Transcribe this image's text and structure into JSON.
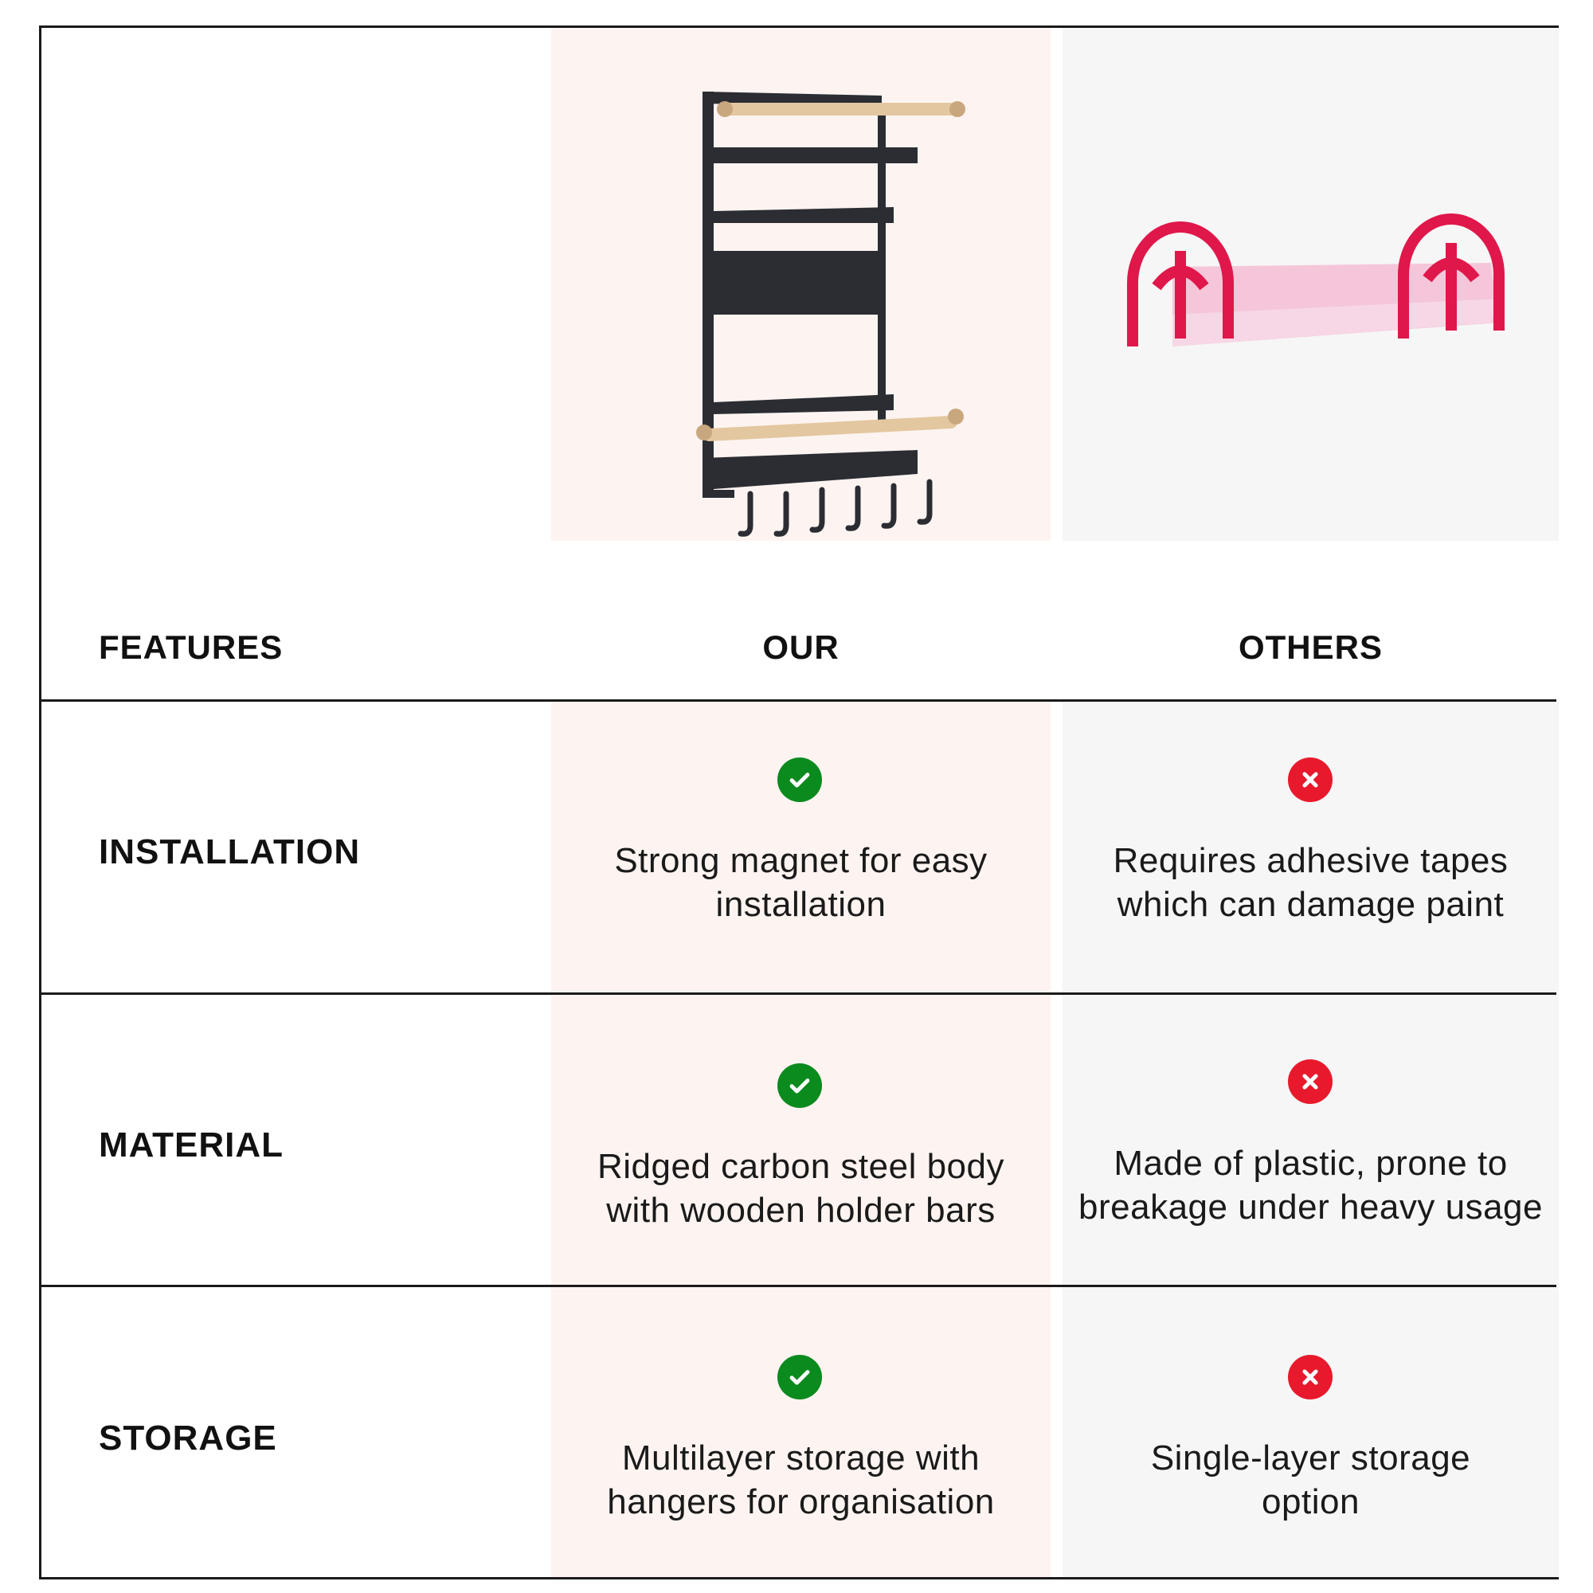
{
  "header": {
    "features_label": "FEATURES",
    "our_label": "OUR",
    "others_label": "OTHERS"
  },
  "colors": {
    "our_column_bg": "#fdf4f1",
    "others_column_bg": "#f6f6f6",
    "check_green": "#0b8a1e",
    "cross_red": "#e8192c"
  },
  "rows": [
    {
      "feature": "INSTALLATION",
      "our_icon": "check-circle-icon",
      "our_text": [
        "Strong magnet for easy",
        "installation"
      ],
      "others_icon": "cross-circle-icon",
      "others_text": [
        "Requires adhesive tapes",
        "which can damage paint"
      ]
    },
    {
      "feature": "MATERIAL",
      "our_icon": "check-circle-icon",
      "our_text": [
        "Ridged carbon steel body",
        "with wooden holder bars"
      ],
      "others_icon": "cross-circle-icon",
      "others_text": [
        "Made of plastic, prone to",
        "breakage under heavy usage"
      ]
    },
    {
      "feature": "STORAGE",
      "our_icon": "check-circle-icon",
      "our_text": [
        "Multilayer storage with",
        "hangers for organisation"
      ],
      "others_icon": "cross-circle-icon",
      "others_text": [
        "Single-layer storage",
        "option"
      ]
    }
  ]
}
